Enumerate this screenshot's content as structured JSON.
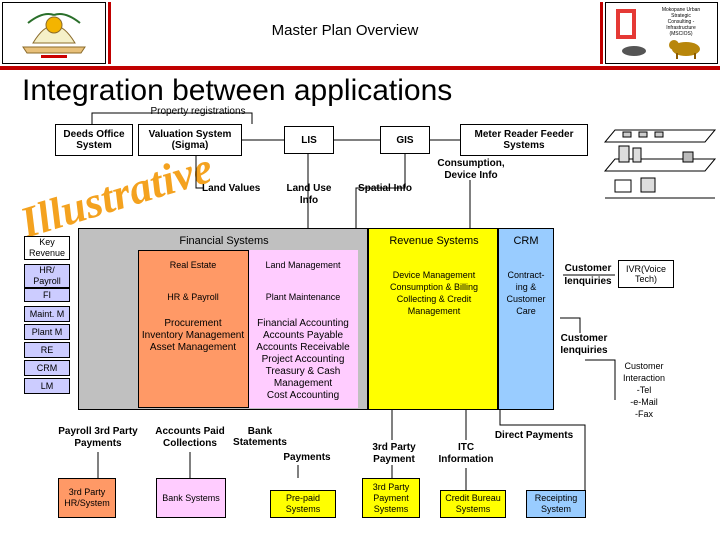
{
  "header": {
    "title": "Master Plan Overview",
    "logo_right_text": [
      "Mokopane Urban",
      "Strategic",
      "Consulting -",
      "Infrastructure",
      "(MSCIOS)"
    ]
  },
  "main_title": "Integration between applications",
  "watermark": "Illustrative",
  "top": {
    "property_registrations": "Property registrations",
    "deeds_office": "Deeds Office System",
    "valuation": "Valuation System (Sigma)",
    "lis": "LIS",
    "gis": "GIS",
    "meter_reader": "Meter Reader Feeder Systems",
    "land_values": "Land Values",
    "land_use": "Land Use Info",
    "spatial_info": "Spatial Info",
    "consumption": "Consumption, Device Info"
  },
  "left_column": {
    "key_revenue": "Key Revenue",
    "items": [
      "HR/ Payroll",
      "FI",
      "Maint. M",
      "Plant M",
      "RE",
      "CRM",
      "LM"
    ]
  },
  "financial": {
    "title": "Financial Systems",
    "real_estate": "Real Estate",
    "land_mgmt": "Land Management",
    "hr_payroll": "HR & Payroll",
    "plant_maint": "Plant Maintenance",
    "proc_block": [
      "Procurement",
      "Inventory Management",
      "Asset Management"
    ],
    "acct_block": [
      "Financial Accounting",
      "Accounts Payable",
      "Accounts Receivable",
      "Project Accounting",
      "Treasury & Cash",
      "Management",
      "Cost Accounting"
    ]
  },
  "revenue": {
    "title": "Revenue Systems",
    "body": [
      "Device Management",
      "Consumption & Billing",
      "Collecting & Credit",
      "Management"
    ]
  },
  "crm": {
    "title": "CRM",
    "body": [
      "Contract-",
      "ing &",
      "Customer",
      "Care"
    ]
  },
  "right": {
    "customer_enquiries_top": [
      "Customer",
      "Ienquiries"
    ],
    "ivr": "IVR(Voice Tech)",
    "customer_enquiries_mid": [
      "Customer",
      "Ienquiries"
    ],
    "customer_interaction": [
      "Customer",
      "Interaction",
      "-Tel",
      "-e-Mail",
      "-Fax"
    ]
  },
  "bottom": {
    "payroll_payments": [
      "Payroll 3rd Party",
      "Payments"
    ],
    "accounts_paid": [
      "Accounts Paid",
      "Collections"
    ],
    "bank_statements": [
      "Bank",
      "Statements"
    ],
    "payments": "Payments",
    "third_party_payment": [
      "3rd Party",
      "Payment"
    ],
    "itc_information": [
      "ITC",
      "Information"
    ],
    "direct_payments": "Direct Payments",
    "third_party_hr": [
      "3rd Party",
      "HR/System"
    ],
    "bank_systems": "Bank Systems",
    "prepaid": [
      "Pre-paid",
      "Systems"
    ],
    "third_party_payment_systems": [
      "3rd Party",
      "Payment",
      "Systems"
    ],
    "credit_bureau": [
      "Credit Bureau",
      "Systems"
    ],
    "receipting": [
      "Receipting",
      "System"
    ]
  },
  "colors": {
    "financial_bg": "#c0c0c0",
    "orange": "#ff9966",
    "pink": "#ffccff",
    "yellow": "#ffff00",
    "blue": "#99ccff",
    "lavender": "#ccccff",
    "watermark": "#f4a21f"
  }
}
